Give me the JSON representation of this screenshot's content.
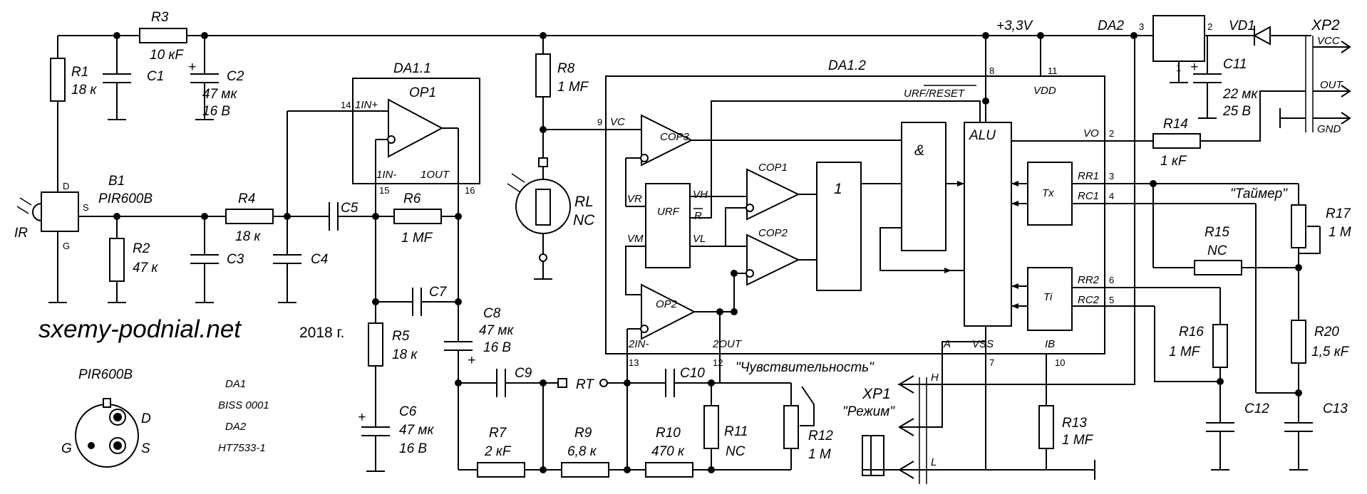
{
  "watermark": {
    "site": "sxemy-podnial.net",
    "year": "2018 г."
  },
  "components": {
    "R1": {
      "ref": "R1",
      "value": "18 к"
    },
    "R2": {
      "ref": "R2",
      "value": "47 к"
    },
    "R3": {
      "ref": "R3",
      "value": "10 кF"
    },
    "R4": {
      "ref": "R4",
      "value": "18 к"
    },
    "R5": {
      "ref": "R5",
      "value": "18 к"
    },
    "R6": {
      "ref": "R6",
      "value": "1 MF"
    },
    "R7": {
      "ref": "R7",
      "value": "2 кF"
    },
    "R8": {
      "ref": "R8",
      "value": "1 MF"
    },
    "R9": {
      "ref": "R9",
      "value": "6,8 к"
    },
    "R10": {
      "ref": "R10",
      "value": "470 к"
    },
    "R11": {
      "ref": "R11",
      "value": "NC"
    },
    "R12": {
      "ref": "R12",
      "value": "1 M"
    },
    "R13": {
      "ref": "R13",
      "value": "1 MF"
    },
    "R14": {
      "ref": "R14",
      "value": "1 кF"
    },
    "R15": {
      "ref": "R15",
      "value": "NC"
    },
    "R16": {
      "ref": "R16",
      "value": "1 MF"
    },
    "R17": {
      "ref": "R17",
      "value": "1 M"
    },
    "R20": {
      "ref": "R20",
      "value": "1,5 кF"
    },
    "C1": {
      "ref": "C1"
    },
    "C2": {
      "ref": "C2",
      "value1": "47 мк",
      "value2": "16 В"
    },
    "C3": {
      "ref": "C3"
    },
    "C4": {
      "ref": "C4"
    },
    "C5": {
      "ref": "C5"
    },
    "C6": {
      "ref": "C6",
      "value1": "47 мк",
      "value2": "16 В"
    },
    "C7": {
      "ref": "C7"
    },
    "C8": {
      "ref": "C8",
      "value1": "47 мк",
      "value2": "16 В"
    },
    "C9": {
      "ref": "C9"
    },
    "C10": {
      "ref": "C10"
    },
    "C11": {
      "ref": "C11",
      "value1": "22 мк",
      "value2": "25 В"
    },
    "C12": {
      "ref": "C12"
    },
    "C13": {
      "ref": "C13"
    },
    "B1": {
      "ref": "B1",
      "part": "PIR600B"
    },
    "RL": {
      "ref": "RL",
      "value": "NC"
    },
    "VD1": {
      "ref": "VD1"
    },
    "XP1": {
      "ref": "XP1",
      "name": "\"Режим\""
    },
    "XP2": {
      "ref": "XP2"
    },
    "DA2": {
      "ref": "DA2"
    }
  },
  "chip": {
    "da11": "DA1.1",
    "da12": "DA1.2",
    "op1": "OP1",
    "op2": "OP2",
    "cop1": "COP1",
    "cop2": "COP2",
    "cop3": "COP3",
    "urf": "URF",
    "alu": "ALU",
    "tx": "Tx",
    "ti": "Ti",
    "and": "&",
    "or": "1",
    "pins": {
      "in1p": "1IN+",
      "in1m": "1IN-",
      "out1": "1OUT",
      "in2m": "2IN-",
      "out2": "2OUT",
      "vc": "VC",
      "vr": "VR",
      "vh": "VH",
      "rbar": "R",
      "vm": "VM",
      "vl": "VL",
      "urfreset": "URF/RESET",
      "vdd": "VDD",
      "vo": "VO",
      "rr1": "RR1",
      "rc1": "RC1",
      "rr2": "RR2",
      "rc2": "RC2",
      "a": "A",
      "vss": "VSS",
      "ib": "IB",
      "n14": "14",
      "n15": "15",
      "n16": "16",
      "n9": "9",
      "n13": "13",
      "n12": "12",
      "n8": "8",
      "n11": "11",
      "n2": "2",
      "n3": "3",
      "n4": "4",
      "n6": "6",
      "n5": "5",
      "n7": "7",
      "n10": "10",
      "da2_3": "3",
      "da2_2": "2",
      "da2_1": "1"
    }
  },
  "nets": {
    "vcc3": "+3,3V",
    "rt": "RT",
    "h": "H",
    "l": "L",
    "vcc": "VCC",
    "out": "OUT",
    "gnd": "GND",
    "ir": "IR",
    "d": "D",
    "s": "S",
    "g": "G"
  },
  "notes": {
    "sens": "\"Чувствительность\"",
    "timer": "\"Таймер\""
  },
  "legend": {
    "pir": "PIR600B",
    "d": "D",
    "g": "G",
    "s": "S",
    "da1": "DA1",
    "da1part": "BISS 0001",
    "da2": "DA2",
    "da2part": "HT7533-1"
  }
}
